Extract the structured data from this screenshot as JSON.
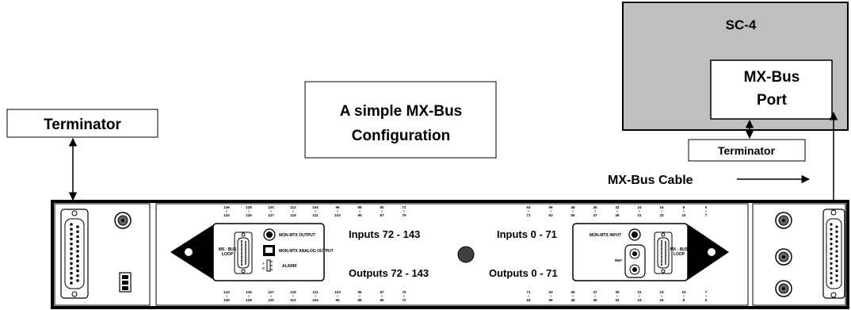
{
  "diagram": {
    "sc4_label": "SC-4",
    "port_line1": "MX-Bus",
    "port_line2": "Port",
    "title_line1": "A simple MX-Bus",
    "title_line2": "Configuration",
    "terminator_left": "Terminator",
    "terminator_right": "Terminator",
    "cable_label": "MX-Bus Cable",
    "inputs_72_143": "Inputs 72 - 143",
    "outputs_72_143": "Outputs 72 - 143",
    "inputs_0_71": "Inputs 0 - 71",
    "outputs_0_71": "Outputs 0 - 71",
    "mon_mtx_output": "MON-MTX OUTPUT",
    "mon_mtx_analog_output": "MON-MTX ANALOG OUTPUT",
    "alarm": "ALARM",
    "mx_bus_loop": "MX - BUS LOOP",
    "mon_mtx_input": "MON-MTX INPUT",
    "ref": "REF",
    "top_left_numbers": [
      [
        "136",
        "143"
      ],
      [
        "128",
        "135"
      ],
      [
        "120",
        "127"
      ],
      [
        "112",
        "119"
      ],
      [
        "104",
        "111"
      ],
      [
        "96",
        "103"
      ],
      [
        "88",
        "95"
      ],
      [
        "80",
        "87"
      ],
      [
        "72",
        "79"
      ]
    ],
    "top_right_numbers": [
      [
        "64",
        "71"
      ],
      [
        "56",
        "63"
      ],
      [
        "48",
        "55"
      ],
      [
        "40",
        "47"
      ],
      [
        "32",
        "39"
      ],
      [
        "24",
        "31"
      ],
      [
        "16",
        "23"
      ],
      [
        "8",
        "15"
      ],
      [
        "0",
        "7"
      ]
    ],
    "bottom_left_numbers": [
      [
        "143",
        "136"
      ],
      [
        "135",
        "128"
      ],
      [
        "127",
        "120"
      ],
      [
        "119",
        "112"
      ],
      [
        "111",
        "104"
      ],
      [
        "103",
        "96"
      ],
      [
        "95",
        "88"
      ],
      [
        "87",
        "80"
      ],
      [
        "79",
        "72"
      ]
    ],
    "bottom_right_numbers": [
      [
        "71",
        "64"
      ],
      [
        "63",
        "56"
      ],
      [
        "55",
        "48"
      ],
      [
        "47",
        "40"
      ],
      [
        "39",
        "32"
      ],
      [
        "31",
        "24"
      ],
      [
        "23",
        "16"
      ],
      [
        "15",
        "8"
      ],
      [
        "7",
        "0"
      ]
    ]
  }
}
